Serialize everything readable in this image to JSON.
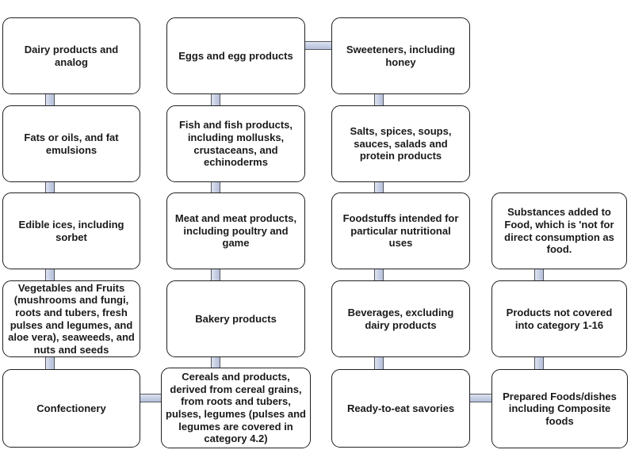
{
  "diagram_type": "flowchart",
  "colors": {
    "box_fill": "#ffffff",
    "box_border": "#1f1f1f",
    "text": "#1a1a1a",
    "connector_fill": "#c5cde3",
    "connector_border": "#55585f"
  },
  "nodes": [
    {
      "id": "dairy",
      "label": "Dairy products and analog"
    },
    {
      "id": "eggs",
      "label": "Eggs and egg products"
    },
    {
      "id": "sweeteners",
      "label": "Sweeteners, including honey"
    },
    {
      "id": "fats-oils",
      "label": "Fats or oils, and fat emulsions"
    },
    {
      "id": "fish",
      "label": "Fish and fish products, including mollusks, crustaceans, and echinoderms"
    },
    {
      "id": "salts-spices",
      "label": "Salts, spices, soups, sauces, salads and protein products"
    },
    {
      "id": "edible-ices",
      "label": "Edible ices, including sorbet"
    },
    {
      "id": "meat",
      "label": "Meat and meat products, including poultry and game"
    },
    {
      "id": "foodstuffs",
      "label": "Foodstuffs intended for particular nutritional uses"
    },
    {
      "id": "substances-added",
      "label": "Substances added to Food, which is 'not for direct consumption as food."
    },
    {
      "id": "vegetables-fruits",
      "label": "Vegetables and Fruits (mushrooms and fungi, roots and tubers, fresh pulses and legumes, and aloe vera), seaweeds, and nuts and seeds"
    },
    {
      "id": "bakery",
      "label": "Bakery products"
    },
    {
      "id": "beverages",
      "label": "Beverages, excluding dairy products"
    },
    {
      "id": "products-not-covered",
      "label": "Products not covered into category 1-16"
    },
    {
      "id": "confectionery",
      "label": "Confectionery"
    },
    {
      "id": "cereals",
      "label": "Cereals and products, derived from cereal grains, from roots and tubers, pulses, legumes (pulses and legumes are covered in category 4.2)"
    },
    {
      "id": "ready-to-eat",
      "label": "Ready-to-eat savories"
    },
    {
      "id": "prepared-foods",
      "label": "Prepared Foods/dishes including Composite foods"
    }
  ]
}
